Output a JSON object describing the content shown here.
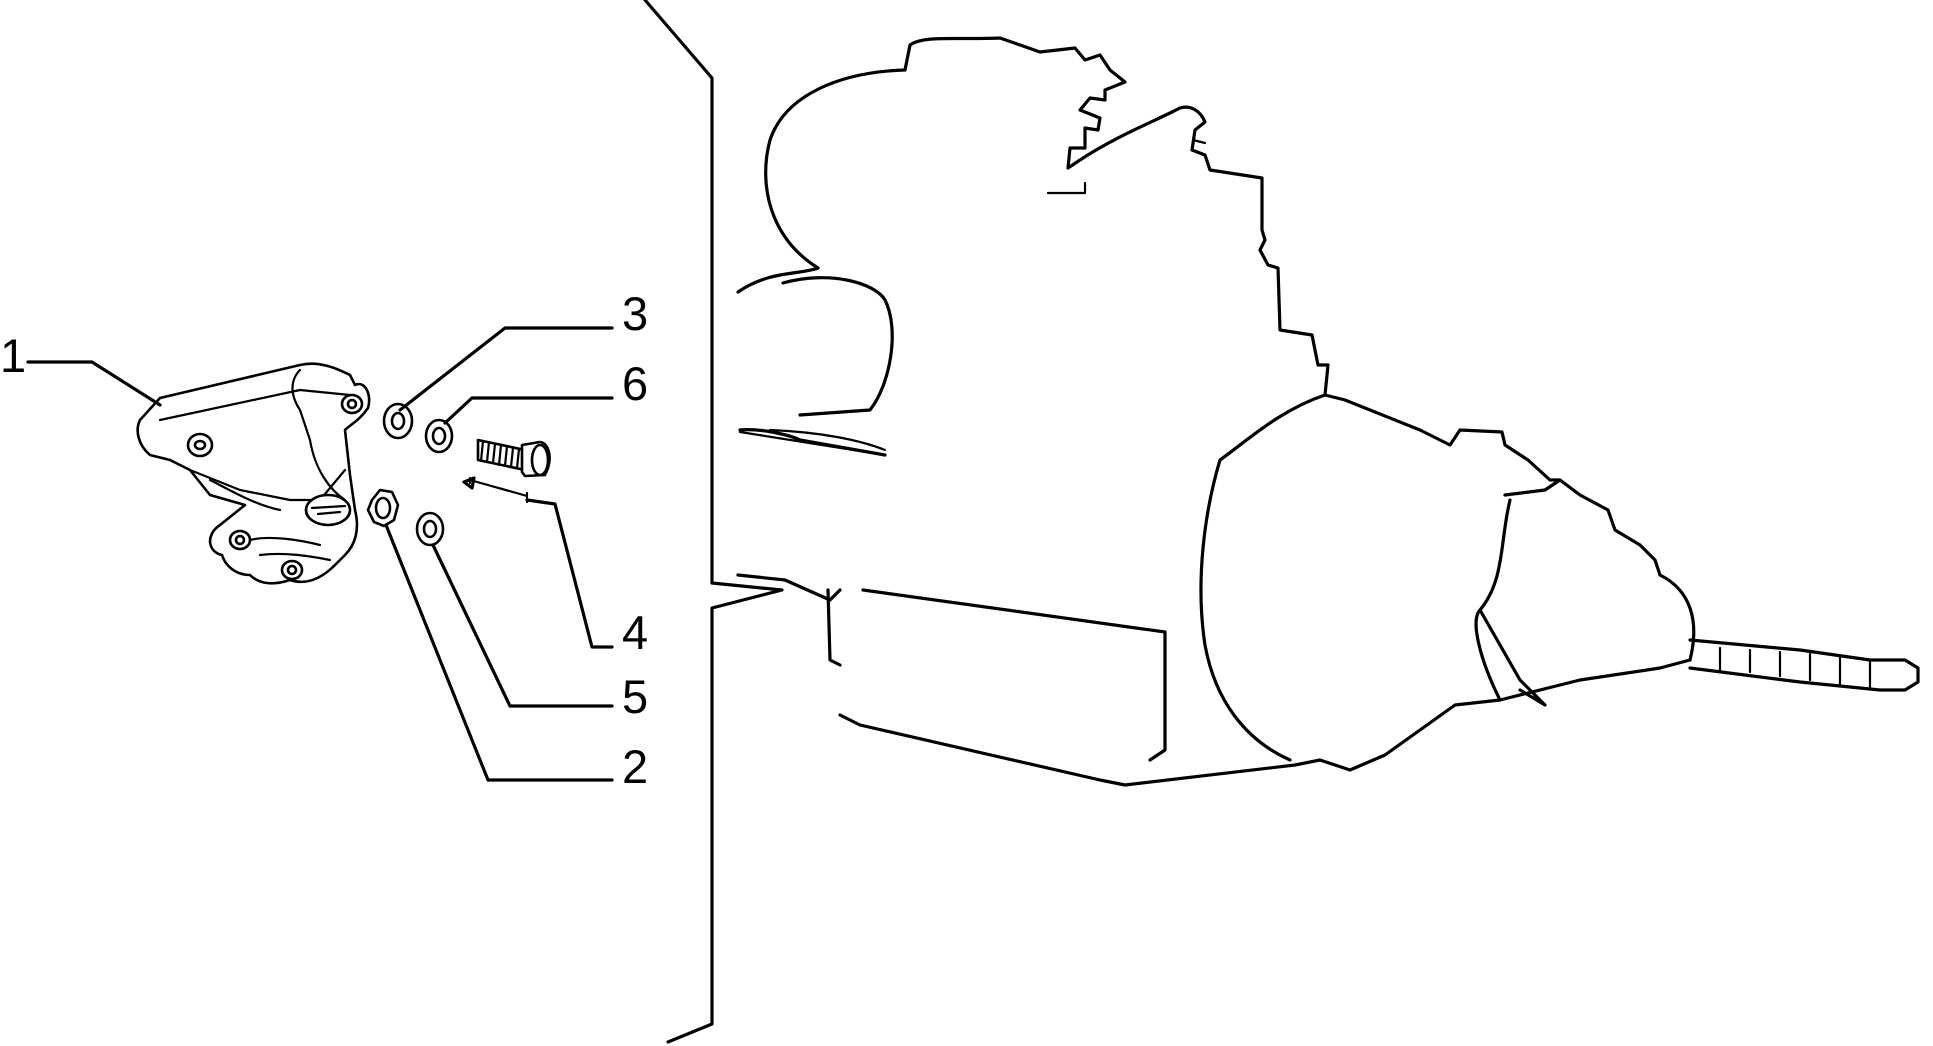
{
  "diagram": {
    "callouts": [
      {
        "id": "1",
        "label": "1"
      },
      {
        "id": "2",
        "label": "2"
      },
      {
        "id": "3",
        "label": "3"
      },
      {
        "id": "4",
        "label": "4"
      },
      {
        "id": "5",
        "label": "5"
      },
      {
        "id": "6",
        "label": "6"
      }
    ],
    "parts": [
      {
        "callout": "1",
        "icon": "mounting-bracket-icon"
      },
      {
        "callout": "2",
        "icon": "nut-icon"
      },
      {
        "callout": "3",
        "icon": "washer-icon"
      },
      {
        "callout": "4",
        "icon": "bolt-icon"
      },
      {
        "callout": "5",
        "icon": "washer-icon"
      },
      {
        "callout": "6",
        "icon": "washer-icon"
      }
    ],
    "colors": {
      "ink": "#000000",
      "background": "#ffffff"
    }
  }
}
